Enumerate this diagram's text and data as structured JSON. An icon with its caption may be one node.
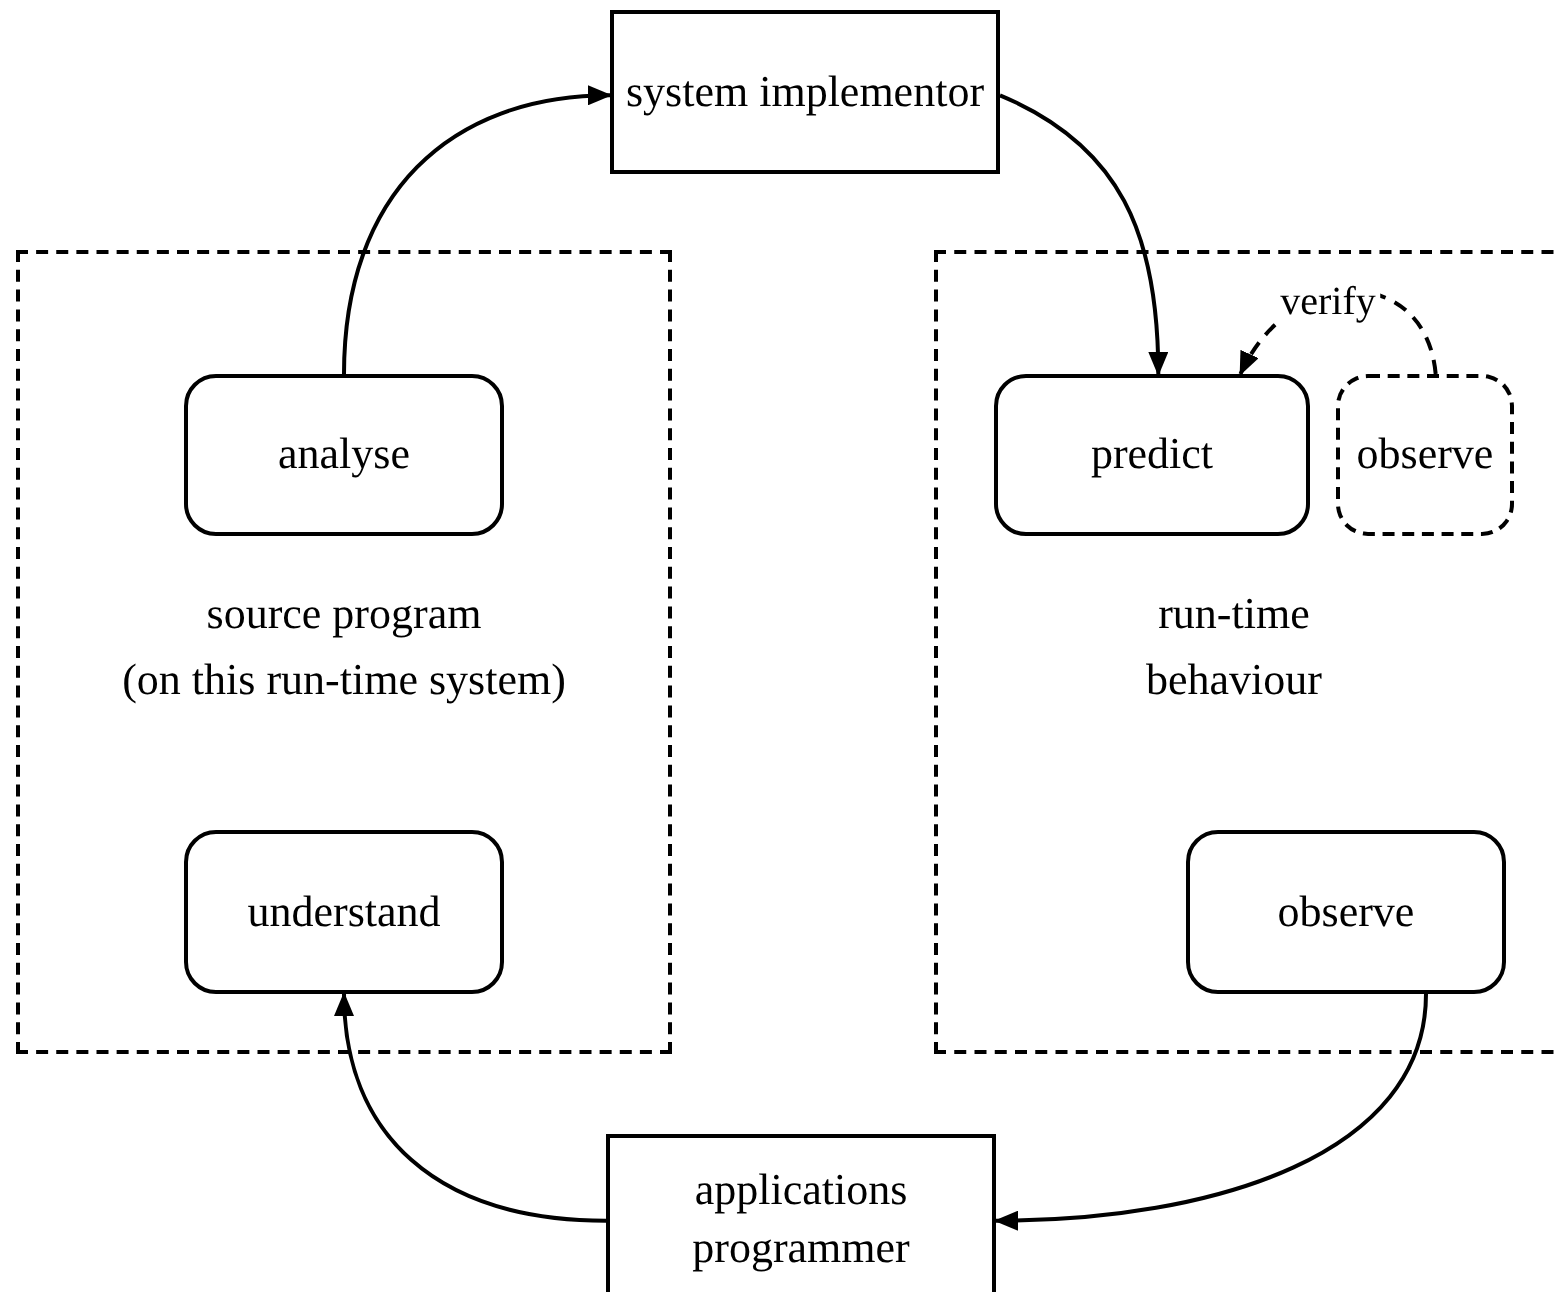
{
  "diagram": {
    "nodes": [
      {
        "text": [
          "system implementor"
        ]
      },
      {
        "text": [
          "source program",
          "(on this run-time system)"
        ]
      },
      {
        "text": [
          "analyse"
        ],
        "in": 1
      },
      {
        "text": [
          "understand"
        ],
        "in": 1
      },
      {
        "text": [
          "run-time behaviour"
        ]
      },
      {
        "text": [
          "predict"
        ],
        "in": 4
      },
      {
        "text": [
          "observe"
        ],
        "in": 4
      },
      {
        "text": [
          "observe"
        ],
        "in": 4
      },
      {
        "text": [
          "applications programmer"
        ]
      }
    ],
    "edges": [
      {
        "from": 2,
        "to": 0,
        "arrow": "to"
      },
      {
        "from": 0,
        "to": 5,
        "arrow": "to"
      },
      {
        "from": 6,
        "to": 5,
        "arrow": "to",
        "label": "verify",
        "style": "dashed"
      },
      {
        "from": 7,
        "to": 8,
        "arrow": "to"
      },
      {
        "from": 8,
        "to": 3,
        "arrow": "to"
      }
    ]
  }
}
